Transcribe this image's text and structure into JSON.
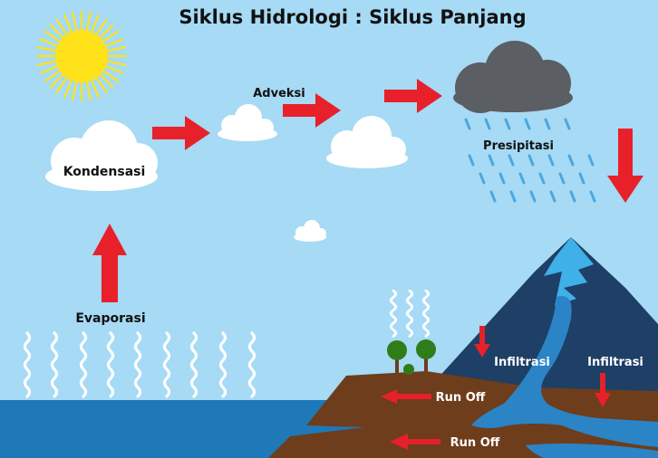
{
  "title": "Siklus Hidrologi : Siklus Panjang",
  "labels": {
    "kondensasi": "Kondensasi",
    "adveksi": "Adveksi",
    "presipitasi": "Presipitasi",
    "evaporasi": "Evaporasi",
    "infiltrasi_1": "Infiltrasi",
    "infiltrasi_2": "Infiltrasi",
    "runoff_1": "Run Off",
    "runoff_2": "Run Off"
  },
  "colors": {
    "sky": "#a6daf5",
    "sea": "#1f78b7",
    "ground": "#6e3d1c",
    "mountain": "#1e3f66",
    "river": "#2b84c6",
    "arrow": "#e8202a",
    "sun": "#ffe21a",
    "cloud": "#ffffff",
    "rain_cloud": "#5b5e63",
    "rain": "#4aa7e0"
  }
}
